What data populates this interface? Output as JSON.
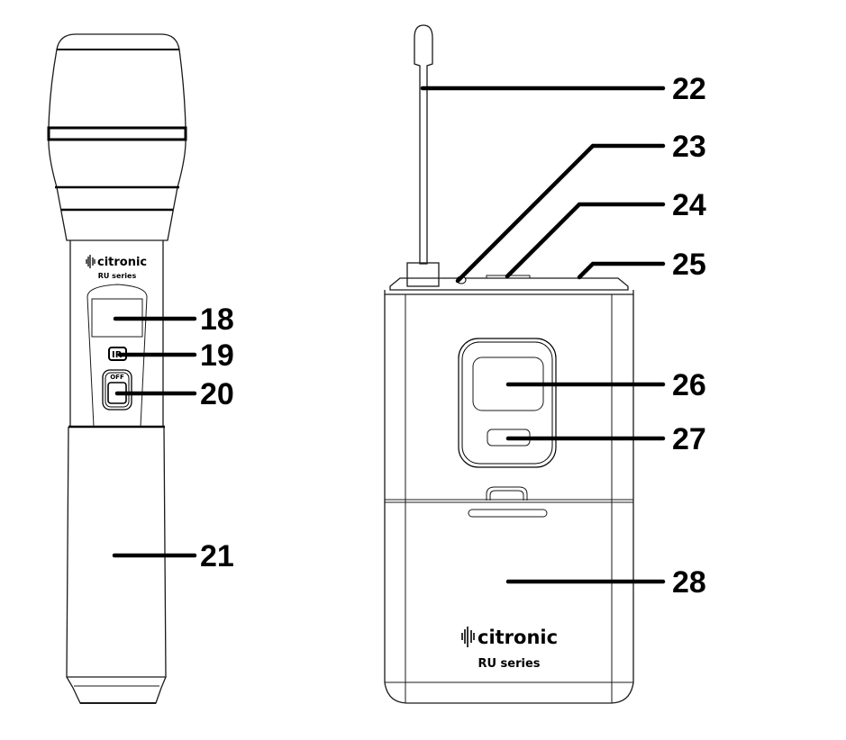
{
  "diagram": {
    "title": "Citronic RU series wireless microphone and beltpack transmitter parts",
    "devices": [
      {
        "id": "handheld-microphone",
        "brand": "citronic",
        "series": "RU series",
        "callouts": [
          {
            "number": "18",
            "part": "display"
          },
          {
            "number": "19",
            "part": "IR sensor",
            "label_on_device": "IR"
          },
          {
            "number": "20",
            "part": "power switch",
            "label_on_device": "OFF"
          },
          {
            "number": "21",
            "part": "battery compartment / handle"
          }
        ]
      },
      {
        "id": "beltpack-transmitter",
        "brand": "citronic",
        "series": "RU series",
        "callouts": [
          {
            "number": "22",
            "part": "antenna"
          },
          {
            "number": "23",
            "part": "input socket"
          },
          {
            "number": "24",
            "part": "top control"
          },
          {
            "number": "25",
            "part": "top edge"
          },
          {
            "number": "26",
            "part": "display"
          },
          {
            "number": "27",
            "part": "IR sensor"
          },
          {
            "number": "28",
            "part": "battery cover"
          }
        ]
      }
    ]
  },
  "labels": {
    "mic_ir": "IR",
    "mic_switch": "OFF",
    "brand_mic": "citronic",
    "series_mic": "RU series",
    "brand_pack": "citronic",
    "series_pack": "RU series",
    "c18": "18",
    "c19": "19",
    "c20": "20",
    "c21": "21",
    "c22": "22",
    "c23": "23",
    "c24": "24",
    "c25": "25",
    "c26": "26",
    "c27": "27",
    "c28": "28"
  }
}
